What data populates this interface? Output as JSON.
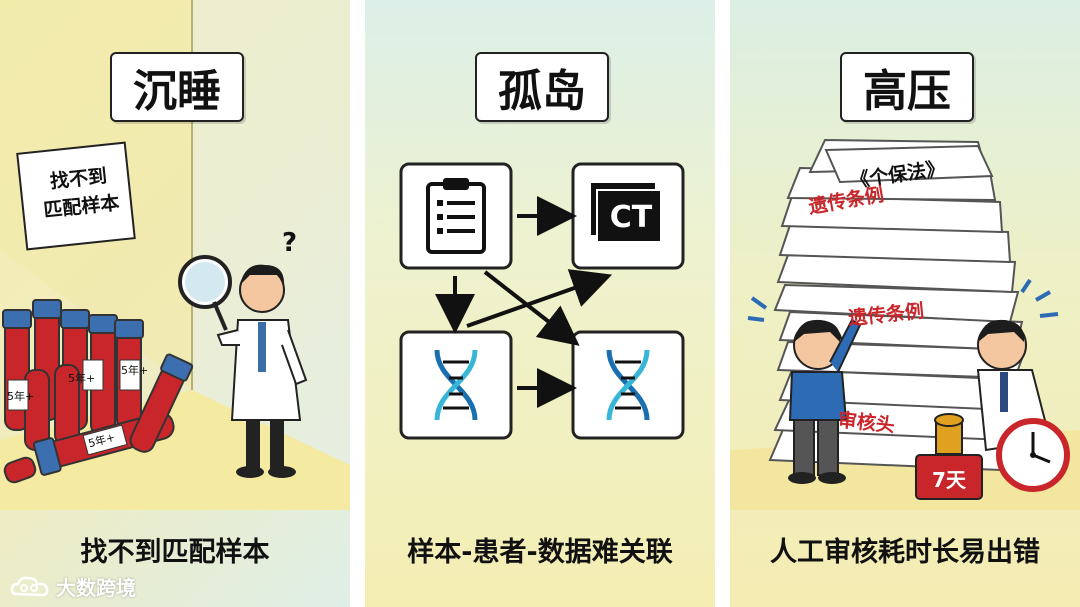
{
  "panels": [
    {
      "title": "沉睡",
      "caption": "找不到匹配样本",
      "sign": [
        "找不到",
        "匹配样本"
      ],
      "tube_label": "5年+",
      "question_mark": "?"
    },
    {
      "title": "孤岛",
      "caption": "样本-患者-数据难关联",
      "ct_label": "CT"
    },
    {
      "title": "高压",
      "caption": "人工审核耗时长易出错",
      "doc_labels": [
        "《个保法》",
        "遗传条例",
        "遗传条例",
        "审核头"
      ],
      "stamp_label": "7天"
    }
  ],
  "watermark": {
    "text": "大数跨境",
    "logo": "cloud-logo-icon"
  }
}
